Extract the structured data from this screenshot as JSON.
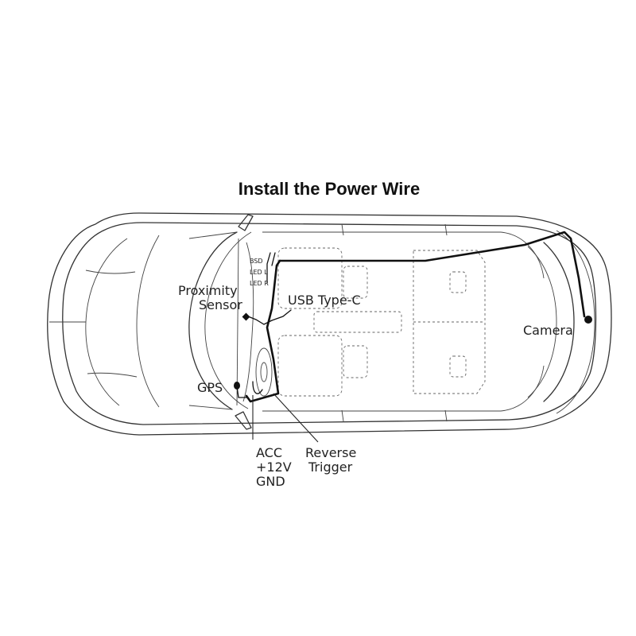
{
  "title": "Install the Power Wire",
  "labels": {
    "bsd": "BSD",
    "led_l": "LED L",
    "led_r": "LED R",
    "proximity_sensor_line1": "Proximity",
    "proximity_sensor_line2": "Sensor",
    "usb_type_c": "USB Type-C",
    "camera": "Camera",
    "gps": "GPS",
    "acc": "ACC",
    "plus_12v": "+12V",
    "gnd": "GND",
    "reverse_line1": "Reverse",
    "reverse_line2": "Trigger"
  },
  "colors": {
    "wire": "#111111",
    "outline": "#333333",
    "background": "#ffffff"
  }
}
